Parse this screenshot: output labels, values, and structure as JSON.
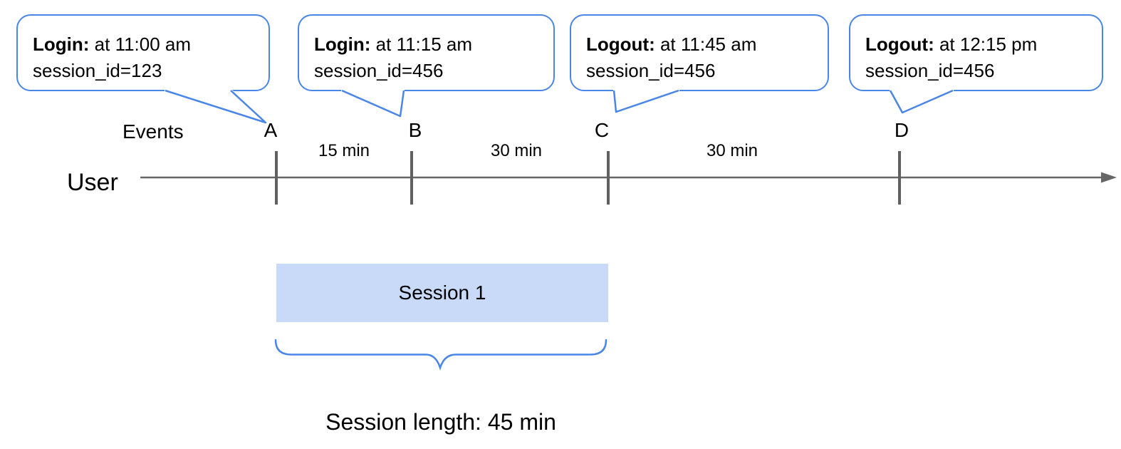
{
  "colors": {
    "accent_blue": "#4a86e8",
    "session_fill": "#c9daf8",
    "timeline_gray": "#666666",
    "tick_gray": "#606060",
    "text_black": "#000000"
  },
  "callouts": [
    {
      "event": "Login:",
      "time": "at 11:00 am",
      "session": "session_id=123",
      "points_to": "A"
    },
    {
      "event": "Login:",
      "time": "at 11:15 am",
      "session": "session_id=456",
      "points_to": "B"
    },
    {
      "event": "Logout:",
      "time": "at 11:45 am",
      "session": "session_id=456",
      "points_to": "C"
    },
    {
      "event": "Logout:",
      "time": "at 12:15 pm",
      "session": "session_id=456",
      "points_to": "D"
    }
  ],
  "timeline": {
    "events_label": "Events",
    "axis_label": "User",
    "event_markers": [
      {
        "label": "A"
      },
      {
        "label": "B"
      },
      {
        "label": "C"
      },
      {
        "label": "D"
      }
    ],
    "intervals": [
      {
        "label": "15 min"
      },
      {
        "label": "30 min"
      },
      {
        "label": "30 min"
      }
    ]
  },
  "session": {
    "label": "Session 1",
    "length_label": "Session length: 45 min"
  }
}
